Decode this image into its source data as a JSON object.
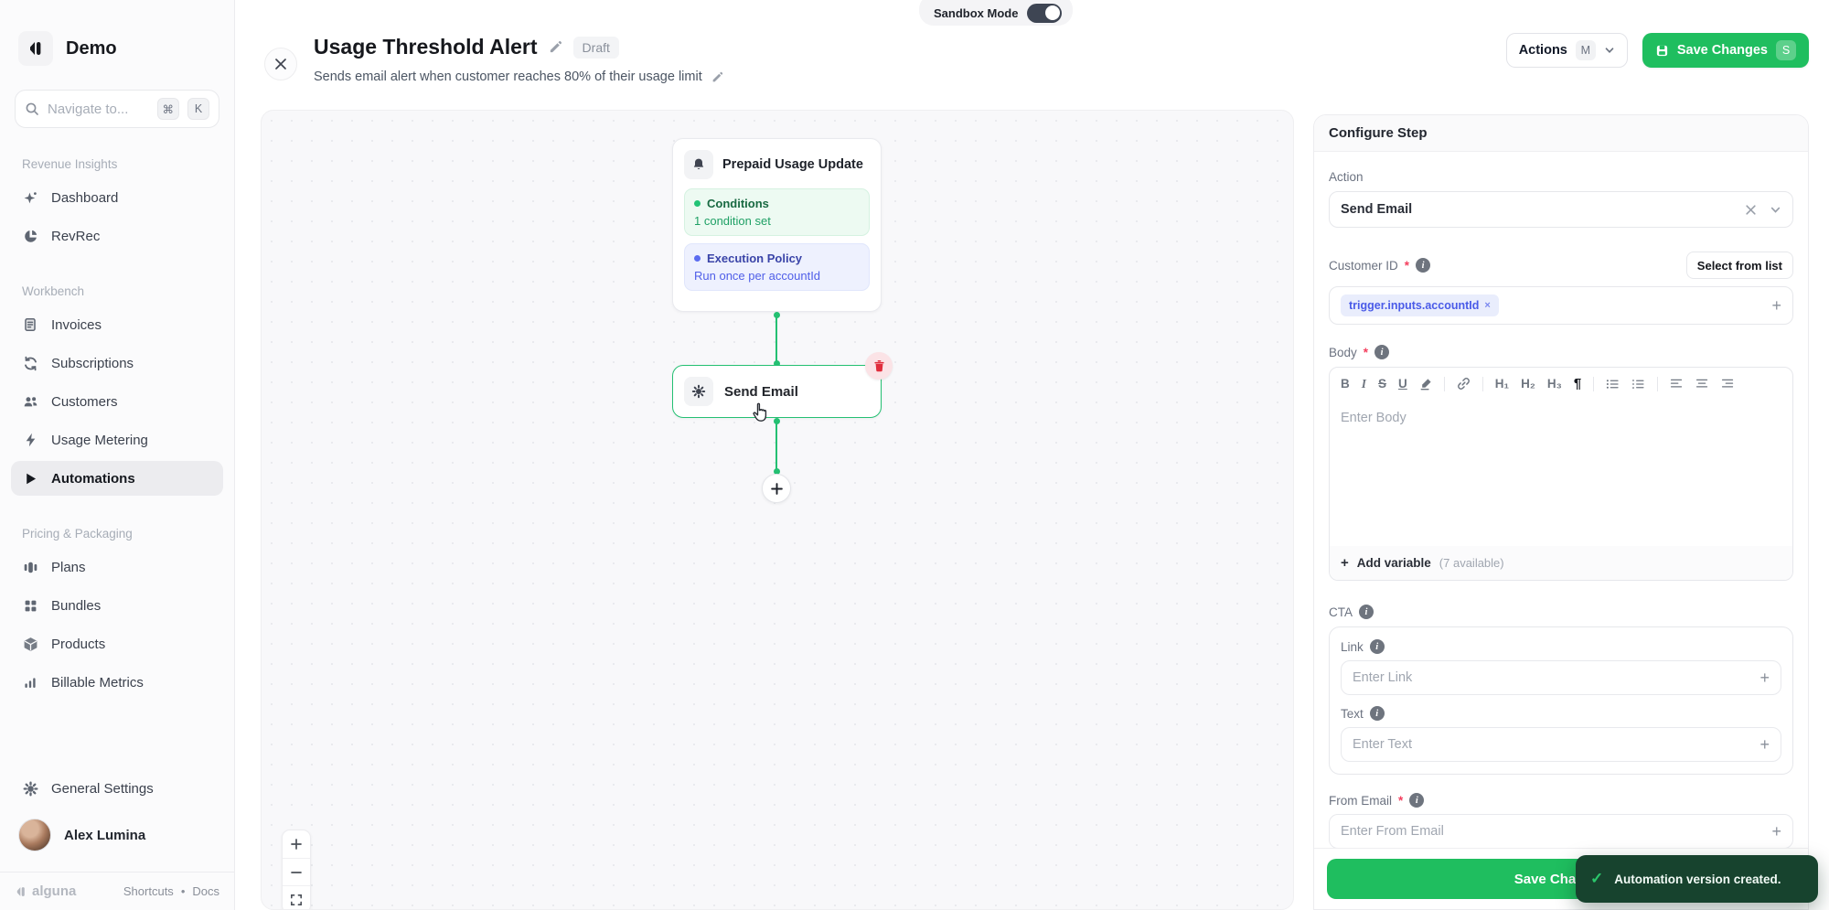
{
  "sidebar": {
    "workspace": "Demo",
    "search": {
      "placeholder": "Navigate to...",
      "kbd_cmd": "⌘",
      "kbd_k": "K"
    },
    "sections": [
      {
        "label": "Revenue Insights",
        "items": [
          {
            "label": "Dashboard"
          },
          {
            "label": "RevRec"
          }
        ]
      },
      {
        "label": "Workbench",
        "items": [
          {
            "label": "Invoices"
          },
          {
            "label": "Subscriptions"
          },
          {
            "label": "Customers"
          },
          {
            "label": "Usage Metering"
          },
          {
            "label": "Automations"
          }
        ]
      },
      {
        "label": "Pricing & Packaging",
        "items": [
          {
            "label": "Plans"
          },
          {
            "label": "Bundles"
          },
          {
            "label": "Products"
          },
          {
            "label": "Billable Metrics"
          }
        ]
      }
    ],
    "general_settings": "General Settings",
    "user": "Alex Lumina",
    "footer": {
      "brand": "alguna",
      "link1": "Shortcuts",
      "link2": "Docs",
      "separator": "•"
    }
  },
  "topbar": {
    "sandbox_label": "Sandbox Mode"
  },
  "header": {
    "title": "Usage Threshold Alert",
    "status": "Draft",
    "description": "Sends email alert when customer reaches 80% of their usage limit",
    "actions_label": "Actions",
    "actions_kbd": "M",
    "save_label": "Save Changes",
    "save_kbd": "S"
  },
  "canvas": {
    "trigger": {
      "title": "Prepaid Usage Update",
      "conditions_title": "Conditions",
      "conditions_value": "1 condition set",
      "policy_title": "Execution Policy",
      "policy_value": "Run once per accountId"
    },
    "step": {
      "title": "Send Email"
    },
    "zoom_controls": {
      "zoom_in": "+",
      "zoom_out": "−"
    }
  },
  "panel": {
    "title": "Configure Step",
    "action_label": "Action",
    "action_value": "Send Email",
    "customer_label": "Customer ID",
    "required_mark": "*",
    "select_from_list": "Select from list",
    "customer_tag": "trigger.inputs.accountId",
    "tag_remove": "×",
    "body_label": "Body",
    "body_placeholder": "Enter Body",
    "toolbar": {
      "bold": "B",
      "italic": "I",
      "strikethrough": "S",
      "underline": "U",
      "h1": "H₁",
      "h2": "H₂",
      "h3": "H₃",
      "paragraph": "¶"
    },
    "add_variable": "Add variable",
    "add_variable_hint": "(7 available)",
    "add_variable_plus": "+",
    "cta_label": "CTA",
    "link_label": "Link",
    "link_placeholder": "Enter Link",
    "text_label": "Text",
    "text_placeholder": "Enter Text",
    "from_label": "From Email",
    "from_placeholder": "Enter From Email",
    "save_label": "Save Changes",
    "plus": "+"
  },
  "toast": {
    "check": "✓",
    "message": "Automation version created."
  },
  "icons": {
    "logo": "alguna-mark",
    "search": "magnifier",
    "dashboard": "sparkle",
    "revrec": "pie-chart",
    "invoices": "document",
    "subscriptions": "refresh-arrows",
    "customers": "people",
    "usage_metering": "lightning-bolt",
    "automations": "play-triangle",
    "plans": "columns",
    "bundles": "grid-squares",
    "products": "cube",
    "billable_metrics": "bar-chart",
    "general_settings": "gear",
    "trigger_node": "bell",
    "step_node": "gear",
    "delete": "trash",
    "edit": "pencil",
    "info": "info-circle",
    "clear": "x-mark",
    "dropdown": "chevron-down",
    "add": "plus",
    "zoom_fit": "frame-corners",
    "toolbar_extra": [
      "highlighter-pen",
      "link-chain",
      "bullet-list",
      "ordered-list",
      "align-left",
      "align-center",
      "align-right"
    ]
  },
  "colors": {
    "accent_green": "#1FBE5F",
    "connector_green": "#24C072",
    "toast_green": "#17432E",
    "indigo": "#4F5EE8",
    "danger": "#E02D3C",
    "sidebar_bg": "#FBFBFC",
    "canvas_bg": "#F8F8FA"
  }
}
